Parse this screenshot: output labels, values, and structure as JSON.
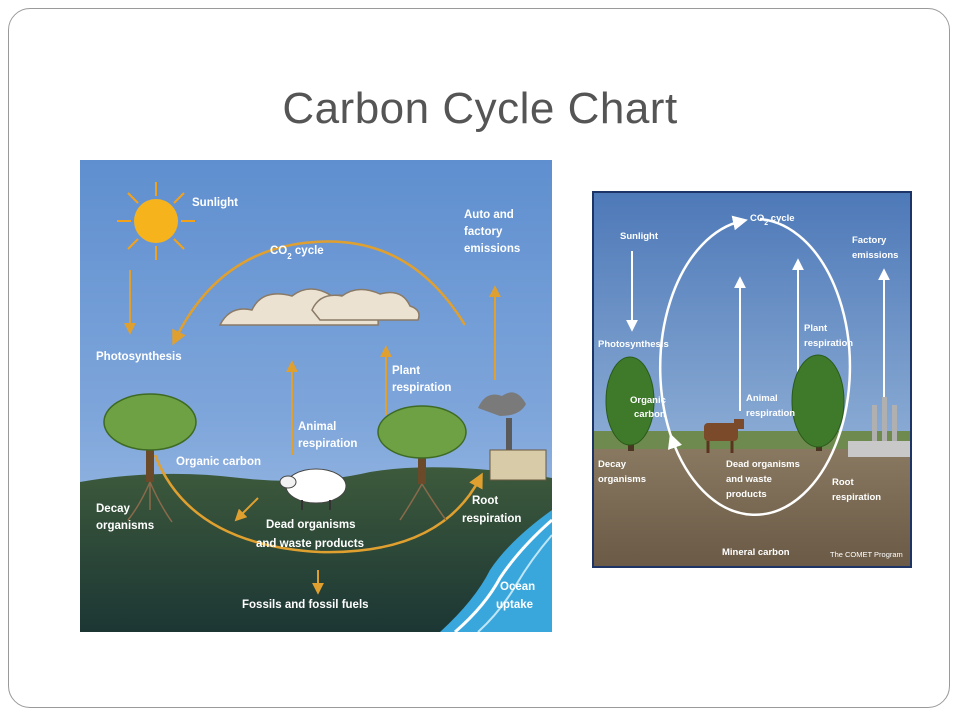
{
  "slide": {
    "title": "Carbon Cycle Chart"
  },
  "left_diagram": {
    "labels": {
      "sunlight": "Sunlight",
      "co2_prefix": "CO",
      "co2_sub": "2",
      "co2_suffix": " cycle",
      "auto_line1": "Auto and",
      "auto_line2": "factory",
      "auto_line3": "emissions",
      "photosynthesis": "Photosynthesis",
      "plant_resp_line1": "Plant",
      "plant_resp_line2": "respiration",
      "animal_resp_line1": "Animal",
      "animal_resp_line2": "respiration",
      "organic_carbon": "Organic carbon",
      "decay_line1": "Decay",
      "decay_line2": "organisms",
      "dead_line1": "Dead organisms",
      "dead_line2": "and waste products",
      "root_resp_line1": "Root",
      "root_resp_line2": "respiration",
      "fossils": "Fossils and fossil fuels",
      "ocean_line1": "Ocean",
      "ocean_line2": "uptake"
    }
  },
  "right_diagram": {
    "labels": {
      "co2_prefix": "CO",
      "co2_sub": "2",
      "co2_suffix": " cycle",
      "sunlight": "Sunlight",
      "factory_line1": "Factory",
      "factory_line2": "emissions",
      "photosynthesis": "Photosynthesis",
      "plant_resp_line1": "Plant",
      "plant_resp_line2": "respiration",
      "animal_resp_line1": "Animal",
      "animal_resp_line2": "respiration",
      "organic_line1": "Organic",
      "organic_line2": "carbon",
      "decay_line1": "Decay",
      "decay_line2": "organisms",
      "dead_line1": "Dead organisms",
      "dead_line2": "and waste",
      "dead_line3": "products",
      "root_resp_line1": "Root",
      "root_resp_line2": "respiration",
      "mineral_carbon": "Mineral carbon",
      "credit": "The COMET Program"
    }
  },
  "colors": {
    "sky_top": "#5f8fcf",
    "sky_bottom": "#a9c6e8",
    "ground": "#3f5a3a",
    "soil_dark": "#1f3b38",
    "cycle_arrow": "#e0a030",
    "ocean": "#3aa7dc",
    "right_sky": "#4e79b8",
    "right_soil": "#7a6a55"
  }
}
